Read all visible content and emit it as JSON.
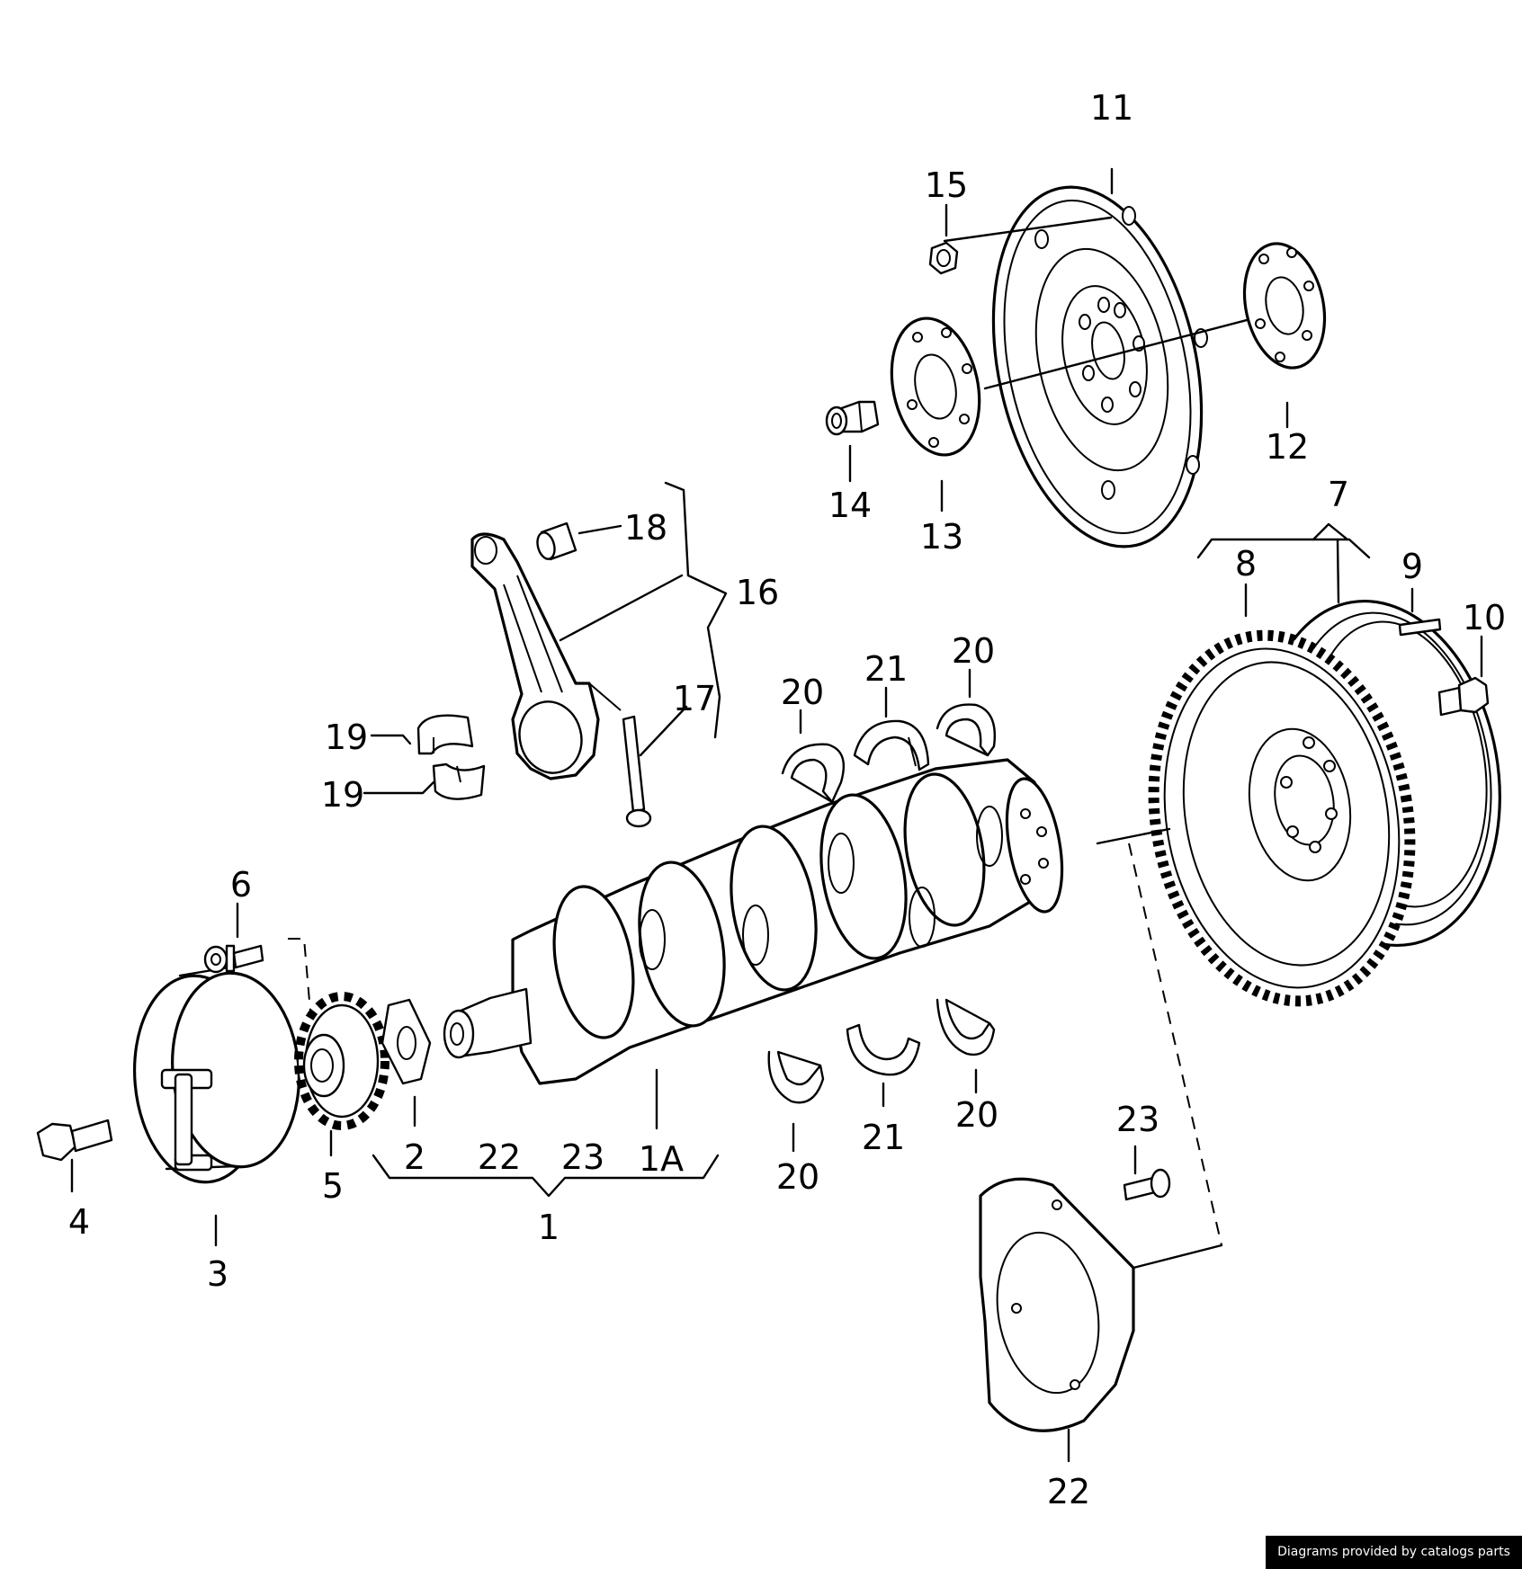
{
  "callouts": {
    "c11": "11",
    "c15": "15",
    "c12": "12",
    "c13": "13",
    "c14": "14",
    "c18": "18",
    "c16": "16",
    "c17": "17",
    "c19a": "19",
    "c19b": "19",
    "c7": "7",
    "c8": "8",
    "c9": "9",
    "c10": "10",
    "c20a": "20",
    "c21a": "21",
    "c20b": "20",
    "c6": "6",
    "c5": "5",
    "c4": "4",
    "c3": "3",
    "c2": "2",
    "c22a": "22",
    "c23a": "23",
    "c1A": "1A",
    "c1": "1",
    "c20c": "20",
    "c21b": "21",
    "c20d": "20",
    "c23b": "23",
    "c22b": "22"
  },
  "credit": "Diagrams provided by catalogs parts"
}
